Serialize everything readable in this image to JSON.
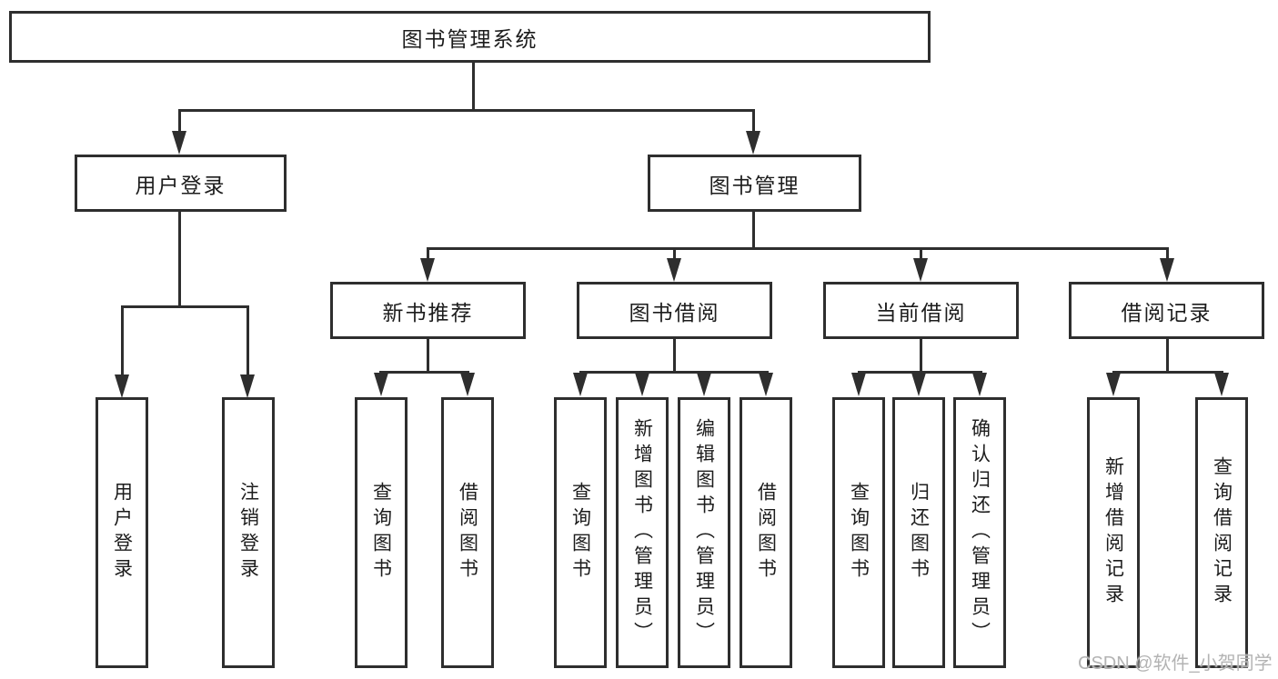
{
  "diagram": {
    "root": {
      "label": "图书管理系统"
    },
    "level2": {
      "login": {
        "label": "用户登录"
      },
      "manage": {
        "label": "图书管理"
      }
    },
    "login_children": [
      {
        "label": "用户登录"
      },
      {
        "label": "注销登录"
      }
    ],
    "sections": [
      {
        "label": "新书推荐",
        "children": [
          {
            "label": "查询图书"
          },
          {
            "label": "借阅图书"
          }
        ]
      },
      {
        "label": "图书借阅",
        "children": [
          {
            "label": "查询图书"
          },
          {
            "label": "新增图书（管理员）"
          },
          {
            "label": "编辑图书（管理员）"
          },
          {
            "label": "借阅图书"
          }
        ]
      },
      {
        "label": "当前借阅",
        "children": [
          {
            "label": "查询图书"
          },
          {
            "label": "归还图书"
          },
          {
            "label": "确认归还（管理员）"
          }
        ]
      },
      {
        "label": "借阅记录",
        "children": [
          {
            "label": "新增借阅记录"
          },
          {
            "label": "查询借阅记录"
          }
        ]
      }
    ]
  },
  "watermark": {
    "text": "CSDN @软件_小贺同学"
  },
  "colors": {
    "line": "#2e2e2e",
    "text": "#1c1c1c",
    "background": "#ffffff",
    "watermark": "#b3b3b3"
  }
}
